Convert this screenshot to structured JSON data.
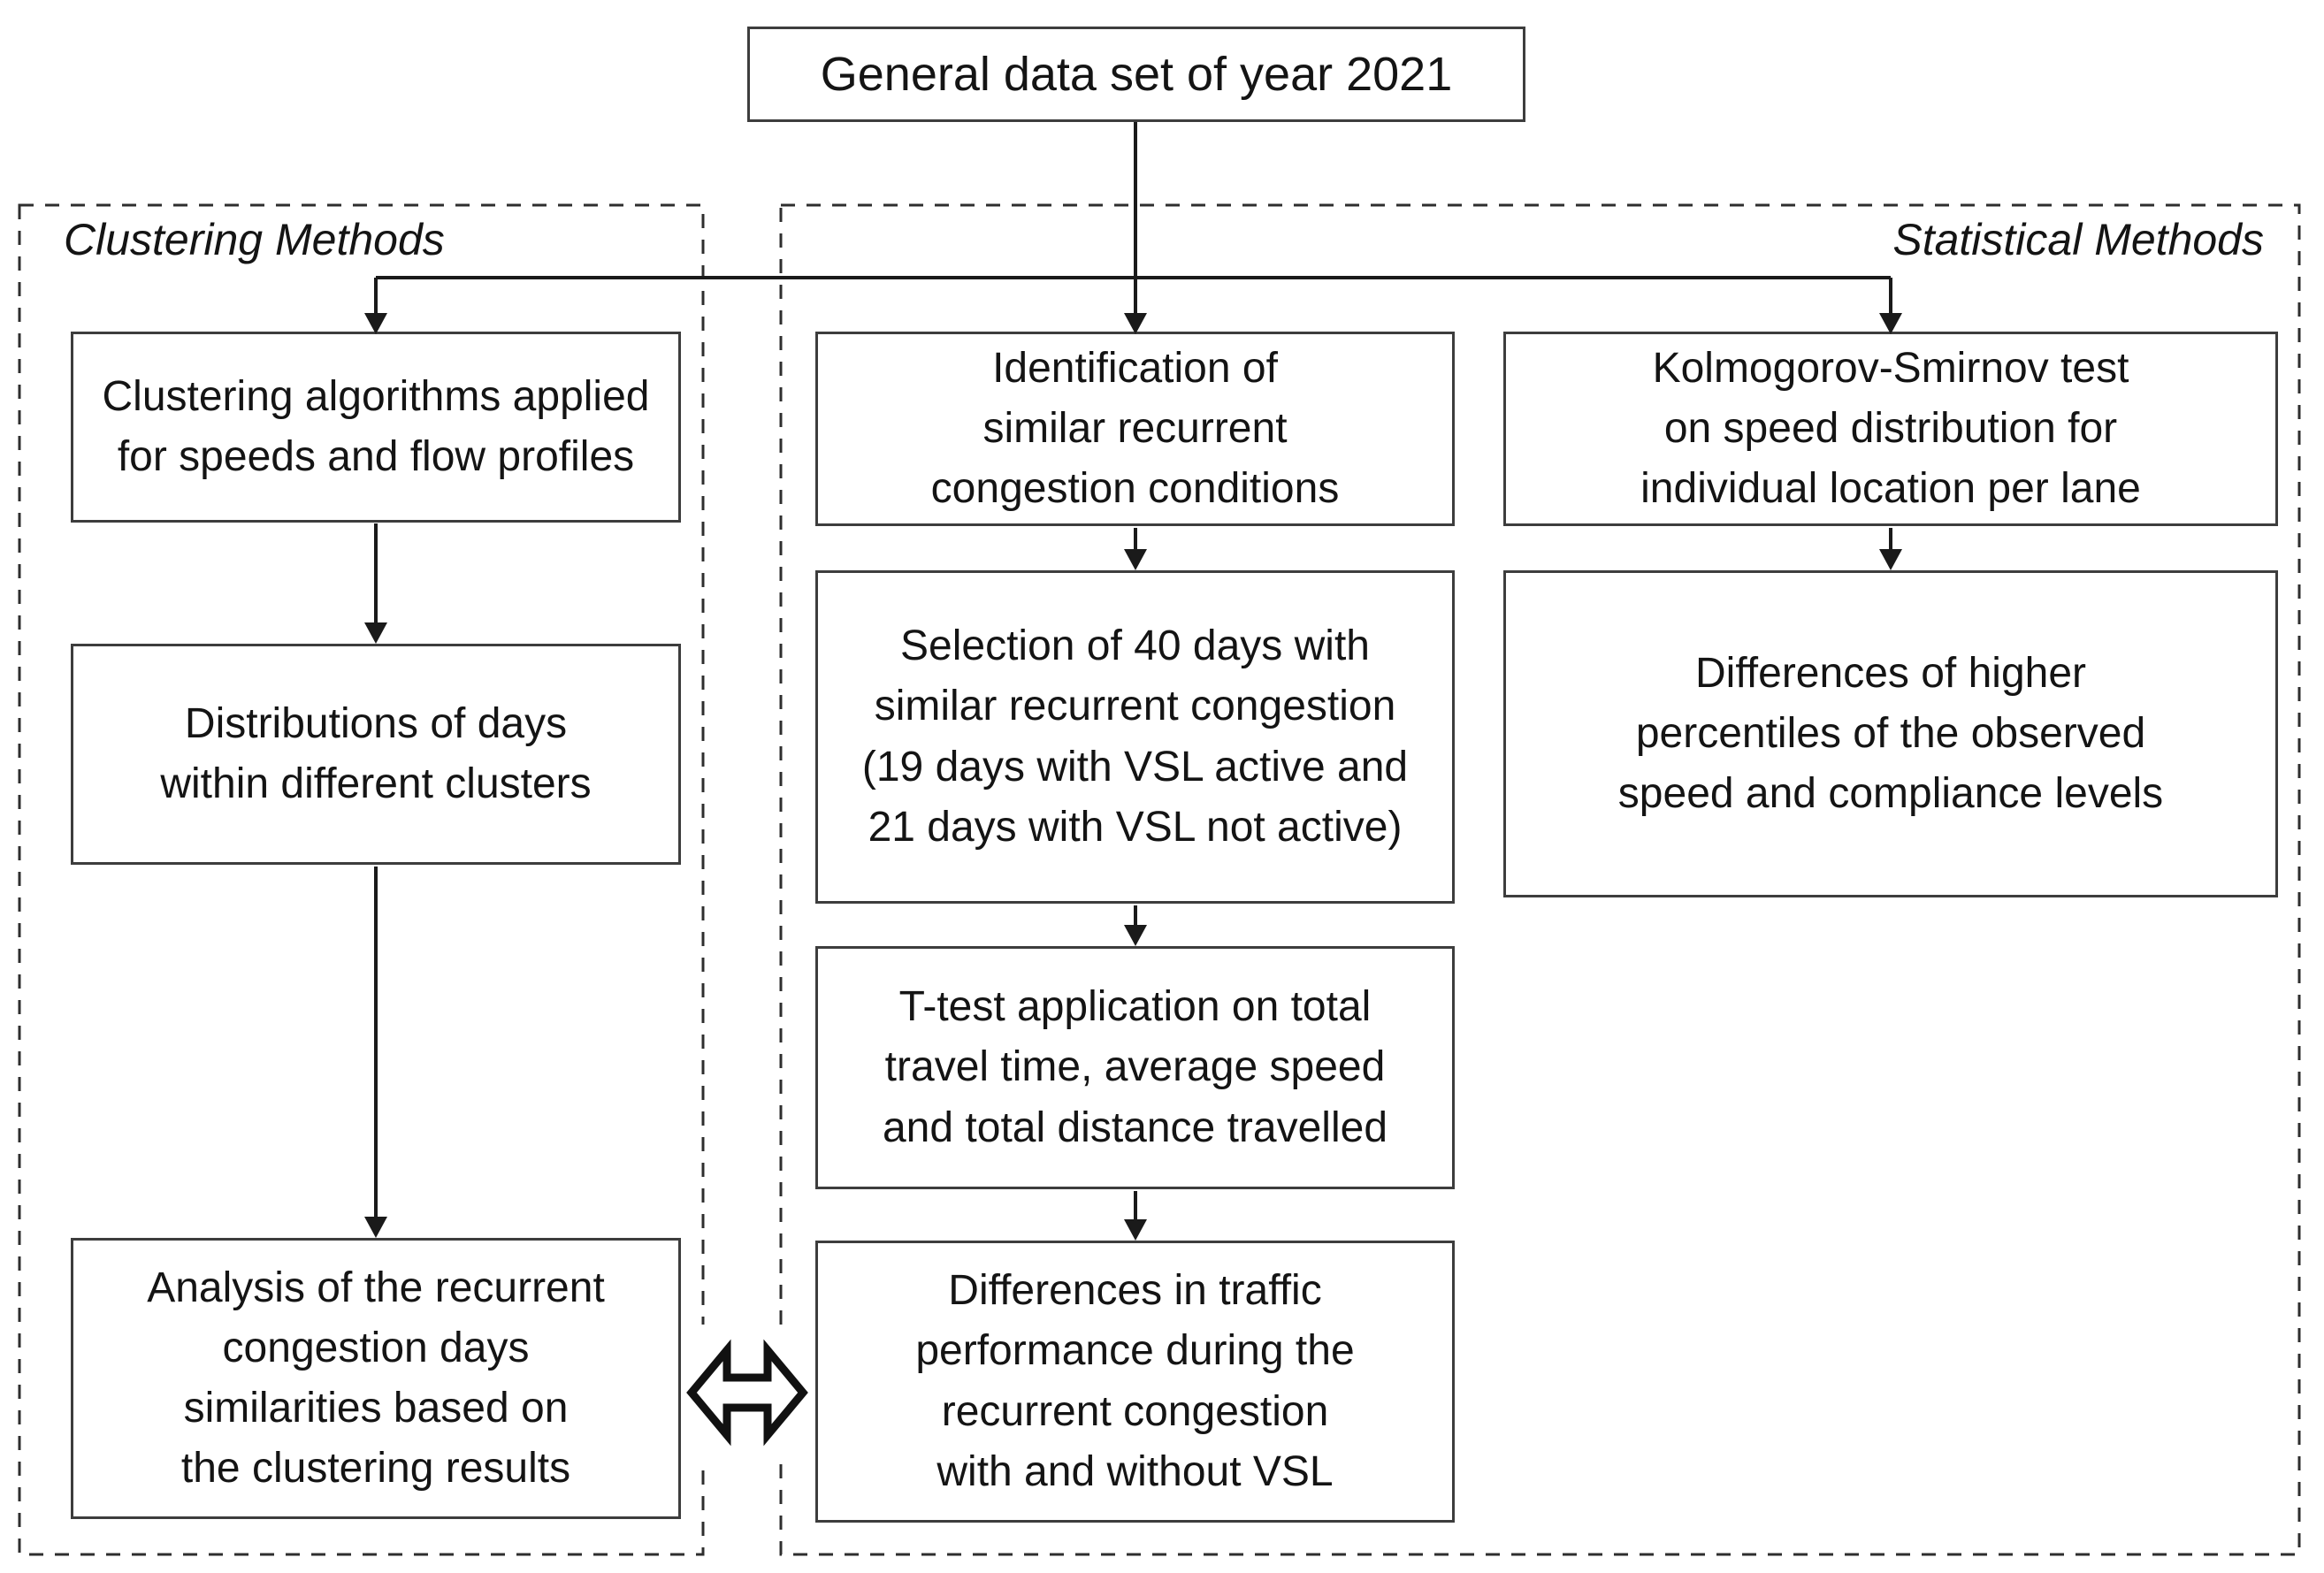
{
  "figure": {
    "background": "#ffffff",
    "line_color": "#1a1a1a",
    "box_border_color": "#3d3d3d",
    "text_color": "#141414"
  },
  "sections": {
    "clustering": {
      "label": "Clustering Methods"
    },
    "statistical": {
      "label": "Statistical Methods"
    }
  },
  "nodes": {
    "general": {
      "label": "General data set of year 2021"
    },
    "cluster_algorithms": {
      "label": "Clustering algorithms applied for speeds and flow profiles"
    },
    "distributions": {
      "label": "Distributions of days within different clusters"
    },
    "analysis": {
      "label": "Analysis of the recurrent congestion days similarities based on the clustering results"
    },
    "identification": {
      "label": "Identification of similar recurrent congestion conditions"
    },
    "selection": {
      "label": "Selection of 40 days with similar recurrent congestion (19 days with VSL active and 21 days with VSL not active)"
    },
    "ttest": {
      "label": "T-test application on total travel time, average speed and total distance travelled"
    },
    "performance": {
      "label": "Differences in traffic performance during the recurrent congestion with and without VSL"
    },
    "ks_test": {
      "label": "Kolmogorov-Smirnov test on speed distribution for individual location per lane"
    },
    "percentiles": {
      "label": "Differences of higher percentiles of the observed speed and compliance levels"
    }
  },
  "edges": [
    {
      "from": "general",
      "to": "cluster_algorithms",
      "type": "arrow"
    },
    {
      "from": "general",
      "to": "identification",
      "type": "arrow"
    },
    {
      "from": "general",
      "to": "ks_test",
      "type": "arrow"
    },
    {
      "from": "cluster_algorithms",
      "to": "distributions",
      "type": "arrow"
    },
    {
      "from": "distributions",
      "to": "analysis",
      "type": "arrow"
    },
    {
      "from": "identification",
      "to": "selection",
      "type": "arrow"
    },
    {
      "from": "selection",
      "to": "ttest",
      "type": "arrow"
    },
    {
      "from": "ttest",
      "to": "performance",
      "type": "arrow"
    },
    {
      "from": "ks_test",
      "to": "percentiles",
      "type": "arrow"
    },
    {
      "from": "analysis",
      "to": "performance",
      "type": "bidirectional"
    }
  ]
}
